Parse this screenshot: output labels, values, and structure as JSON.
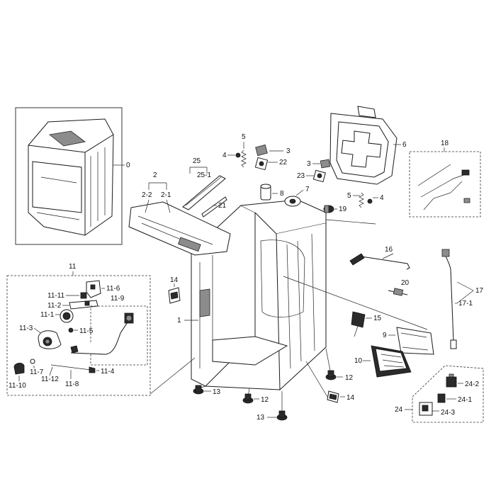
{
  "callouts": {
    "c0": "0",
    "c1": "1",
    "c2": "2",
    "c2_1": "2-1",
    "c2_2": "2-2",
    "c3a": "3",
    "c3b": "3",
    "c4a": "4",
    "c4b": "4",
    "c5a": "5",
    "c5b": "5",
    "c6": "6",
    "c7": "7",
    "c8": "8",
    "c9": "9",
    "c10": "10",
    "c11": "11",
    "c11_1": "11-1",
    "c11_2": "11-2",
    "c11_3": "11-3",
    "c11_4": "11-4",
    "c11_5": "11-5",
    "c11_6": "11-6",
    "c11_7": "11-7",
    "c11_8": "11-8",
    "c11_9": "11-9",
    "c11_10": "11-10",
    "c11_11": "11-11",
    "c11_12": "11-12",
    "c12a": "12",
    "c12b": "12",
    "c13a": "13",
    "c13b": "13",
    "c14a": "14",
    "c14b": "14",
    "c15": "15",
    "c16": "16",
    "c17": "17",
    "c17_1": "17-1",
    "c18": "18",
    "c19": "19",
    "c20": "20",
    "c21": "21",
    "c22": "22",
    "c23": "23",
    "c24": "24",
    "c24_1": "24-1",
    "c24_2": "24-2",
    "c24_3": "24-3",
    "c25": "25",
    "c25_1": "25-1"
  }
}
